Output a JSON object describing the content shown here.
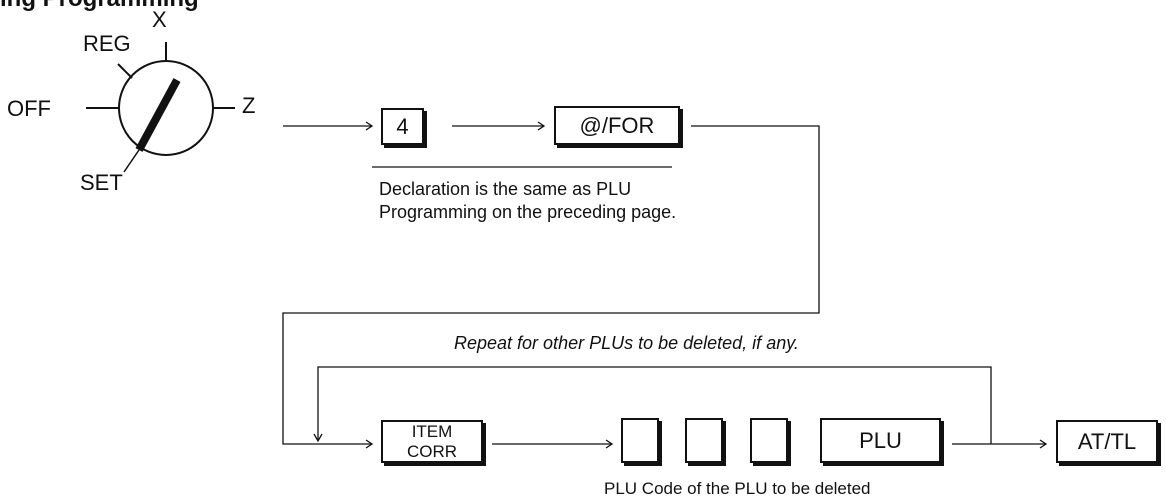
{
  "heading": "ing Programming",
  "dial": {
    "positions": {
      "off": "OFF",
      "reg": "REG",
      "x": "X",
      "z": "Z",
      "set": "SET"
    }
  },
  "keys": {
    "four": "4",
    "at_for": "@/FOR",
    "item_corr_line1": "ITEM",
    "item_corr_line2": "CORR",
    "plu": "PLU",
    "at_tl": "AT/TL"
  },
  "declaration_note": "Declaration is the same as PLU Programming on the preceding page.",
  "repeat_note": "Repeat for other PLUs to be deleted, if any.",
  "plu_code_caption": "PLU Code of the PLU to be deleted"
}
